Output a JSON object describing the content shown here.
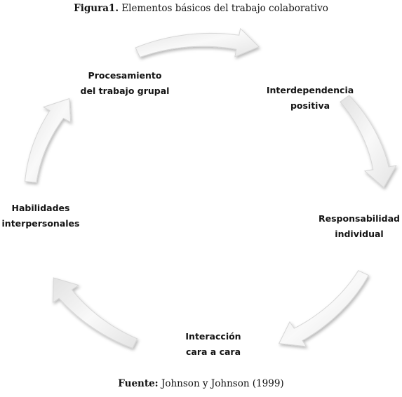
{
  "figure": {
    "label": "Figura1.",
    "title": "Elementos básicos del trabajo colaborativo"
  },
  "cycle": {
    "nodes": [
      {
        "line1": "Procesamiento",
        "line2": "del trabajo grupal"
      },
      {
        "line1": "Interdependencia",
        "line2": "positiva"
      },
      {
        "line1": "Responsabilidad",
        "line2": "individual"
      },
      {
        "line1": "Interacción",
        "line2": "cara a cara"
      },
      {
        "line1": "Habilidades",
        "line2": "interpersonales"
      }
    ],
    "arrow_color": "#ececec"
  },
  "source": {
    "label": "Fuente:",
    "text": "Johnson y Johnson (1999)"
  }
}
